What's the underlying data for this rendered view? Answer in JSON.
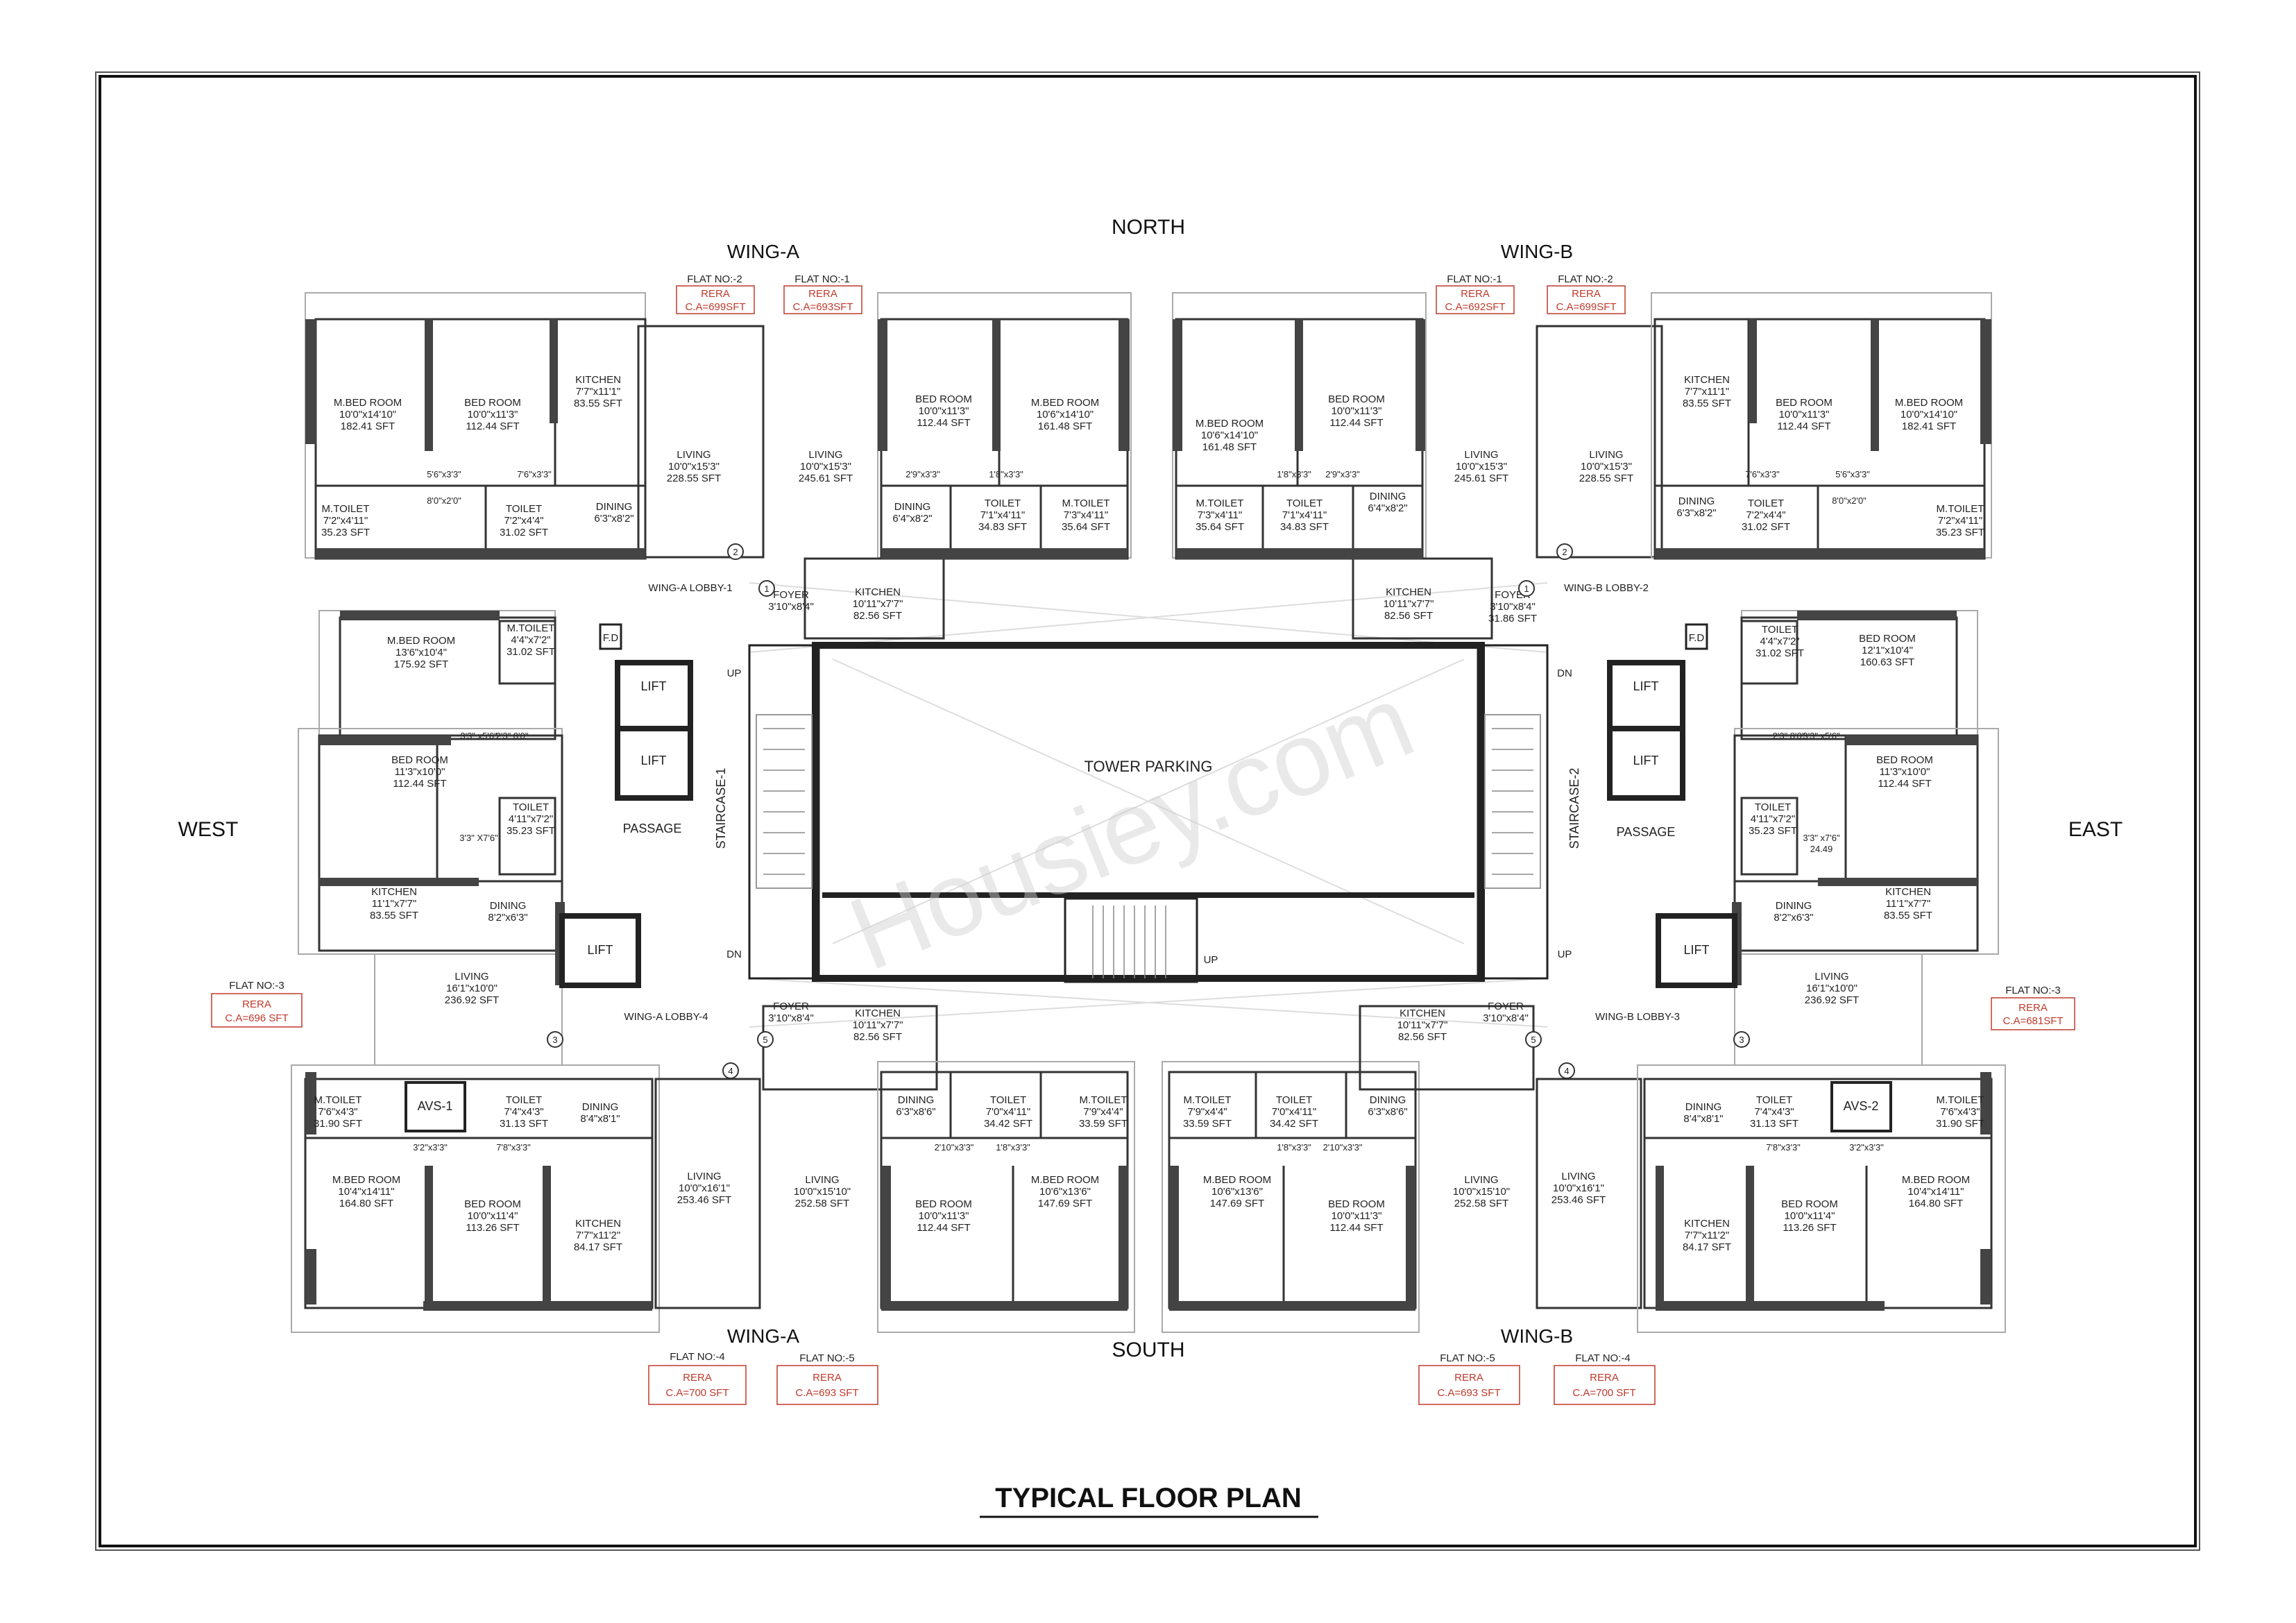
{
  "title": "TYPICAL FLOOR PLAN",
  "watermark": "Housiey.com",
  "directions": {
    "north": "NORTH",
    "south": "SOUTH",
    "east": "EAST",
    "west": "WEST"
  },
  "wings": [
    {
      "label": "WING-A"
    },
    {
      "label": "WING-B"
    },
    {
      "label": "WING-A"
    },
    {
      "label": "WING-B"
    }
  ],
  "flat_tags": [
    {
      "flat": "FLAT NO:-2",
      "rera": "RERA",
      "area": "C.A=699SFT"
    },
    {
      "flat": "FLAT NO:-1",
      "rera": "RERA",
      "area": "C.A=693SFT"
    },
    {
      "flat": "FLAT NO:-1",
      "rera": "RERA",
      "area": "C.A=692SFT"
    },
    {
      "flat": "FLAT NO:-2",
      "rera": "RERA",
      "area": "C.A=699SFT"
    },
    {
      "flat": "FLAT NO:-3",
      "rera": "RERA",
      "area": "C.A=696 SFT"
    },
    {
      "flat": "FLAT NO:-3",
      "rera": "RERA",
      "area": "C.A=681SFT"
    },
    {
      "flat": "FLAT NO:-4",
      "rera": "RERA",
      "area": "C.A=700 SFT"
    },
    {
      "flat": "FLAT NO:-5",
      "rera": "RERA",
      "area": "C.A=693 SFT"
    },
    {
      "flat": "FLAT NO:-5",
      "rera": "RERA",
      "area": "C.A=693 SFT"
    },
    {
      "flat": "FLAT NO:-4",
      "rera": "RERA",
      "area": "C.A=700 SFT"
    }
  ],
  "core_labels": [
    {
      "text": "TOWER PARKING"
    },
    {
      "text": "WING-A LOBBY-1"
    },
    {
      "text": "WING-B LOBBY-2"
    },
    {
      "text": "WING-A LOBBY-4"
    },
    {
      "text": "WING-B LOBBY-3"
    },
    {
      "text": "LIFT"
    },
    {
      "text": "LIFT"
    },
    {
      "text": "LIFT"
    },
    {
      "text": "LIFT"
    },
    {
      "text": "LIFT"
    },
    {
      "text": "LIFT"
    },
    {
      "text": "PASSAGE"
    },
    {
      "text": "PASSAGE"
    },
    {
      "text": "STAIRCASE-1"
    },
    {
      "text": "STAIRCASE-2"
    },
    {
      "text": "UP"
    },
    {
      "text": "DN"
    },
    {
      "text": "UP"
    },
    {
      "text": "DN"
    },
    {
      "text": "UP"
    },
    {
      "text": "F.D"
    },
    {
      "text": "F.D"
    },
    {
      "text": "AVS-1"
    },
    {
      "text": "AVS-2"
    }
  ],
  "rooms": [
    {
      "name": "M.BED ROOM",
      "dim": "10'0\"x14'10\"",
      "area": "182.41 SFT"
    },
    {
      "name": "BED ROOM",
      "dim": "10'0\"x11'3\"",
      "area": "112.44 SFT"
    },
    {
      "name": "KITCHEN",
      "dim": "7'7\"x11'1\"",
      "area": "83.55 SFT"
    },
    {
      "name": "LIVING",
      "dim": "10'0\"x15'3\"",
      "area": "228.55 SFT"
    },
    {
      "name": "M.TOILET",
      "dim": "7'2\"x4'11\"",
      "area": "35.23 SFT"
    },
    {
      "name": "TOILET",
      "dim": "7'2\"x4'4\"",
      "area": "31.02 SFT"
    },
    {
      "name": "DINING",
      "dim": "6'3\"x8'2\"",
      "area": ""
    },
    {
      "name": "LIVING",
      "dim": "10'0\"x15'3\"",
      "area": "245.61 SFT"
    },
    {
      "name": "BED ROOM",
      "dim": "10'0\"x11'3\"",
      "area": "112.44 SFT"
    },
    {
      "name": "M.BED ROOM",
      "dim": "10'6\"x14'10\"",
      "area": "161.48 SFT"
    },
    {
      "name": "DINING",
      "dim": "6'4\"x8'2\"",
      "area": ""
    },
    {
      "name": "TOILET",
      "dim": "7'1\"x4'11\"",
      "area": "34.83 SFT"
    },
    {
      "name": "M.TOILET",
      "dim": "7'3\"x4'11\"",
      "area": "35.64 SFT"
    },
    {
      "name": "KITCHEN",
      "dim": "10'11\"x7'7\"",
      "area": "82.56 SFT"
    },
    {
      "name": "FOYER",
      "dim": "3'10\"x8'4\"",
      "area": ""
    },
    {
      "name": "M.BED ROOM",
      "dim": "10'6\"x14'10\"",
      "area": "161.48 SFT"
    },
    {
      "name": "BED ROOM",
      "dim": "10'0\"x11'3\"",
      "area": "112.44 SFT"
    },
    {
      "name": "LIVING",
      "dim": "10'0\"x15'3\"",
      "area": "245.61 SFT"
    },
    {
      "name": "DINING",
      "dim": "6'4\"x8'2\"",
      "area": ""
    },
    {
      "name": "M.TOILET",
      "dim": "7'3\"x4'11\"",
      "area": "35.64 SFT"
    },
    {
      "name": "TOILET",
      "dim": "7'1\"x4'11\"",
      "area": "34.83 SFT"
    },
    {
      "name": "KITCHEN",
      "dim": "10'11\"x7'7\"",
      "area": "82.56 SFT"
    },
    {
      "name": "FOYER",
      "dim": "3'10\"x8'4\"",
      "area": "31.86 SFT"
    },
    {
      "name": "LIVING",
      "dim": "10'0\"x15'3\"",
      "area": "228.55 SFT"
    },
    {
      "name": "KITCHEN",
      "dim": "7'7\"x11'1\"",
      "area": "83.55 SFT"
    },
    {
      "name": "BED ROOM",
      "dim": "10'0\"x11'3\"",
      "area": "112.44 SFT"
    },
    {
      "name": "M.BED ROOM",
      "dim": "10'0\"x14'10\"",
      "area": "182.41 SFT"
    },
    {
      "name": "DINING",
      "dim": "6'3\"x8'2\"",
      "area": ""
    },
    {
      "name": "TOILET",
      "dim": "7'2\"x4'4\"",
      "area": "31.02 SFT"
    },
    {
      "name": "M.TOILET",
      "dim": "7'2\"x4'11\"",
      "area": "35.23 SFT"
    },
    {
      "name": "M.BED ROOM",
      "dim": "13'6\"x10'4\"",
      "area": "175.92 SFT"
    },
    {
      "name": "M.TOILET",
      "dim": "4'4\"x7'2\"",
      "area": "31.02 SFT"
    },
    {
      "name": "BED ROOM",
      "dim": "11'3\"x10'0\"",
      "area": "112.44 SFT"
    },
    {
      "name": "TOILET",
      "dim": "4'11\"x7'2\"",
      "area": "35.23 SFT"
    },
    {
      "name": "KITCHEN",
      "dim": "11'1\"x7'7\"",
      "area": "83.55 SFT"
    },
    {
      "name": "DINING",
      "dim": "8'2\"x6'3\"",
      "area": ""
    },
    {
      "name": "LIVING",
      "dim": "16'1\"x10'0\"",
      "area": "236.92 SFT"
    },
    {
      "name": "TOILET",
      "dim": "4'4\"x7'2\"",
      "area": "31.02 SFT"
    },
    {
      "name": "BED ROOM",
      "dim": "12'1\"x10'4\"",
      "area": "160.63 SFT"
    },
    {
      "name": "BED ROOM",
      "dim": "11'3\"x10'0\"",
      "area": "112.44 SFT"
    },
    {
      "name": "TOILET",
      "dim": "4'11\"x7'2\"",
      "area": "35.23 SFT"
    },
    {
      "name": "KITCHEN",
      "dim": "11'1\"x7'7\"",
      "area": "83.55 SFT"
    },
    {
      "name": "DINING",
      "dim": "8'2\"x6'3\"",
      "area": ""
    },
    {
      "name": "LIVING",
      "dim": "16'1\"x10'0\"",
      "area": "236.92 SFT"
    },
    {
      "name": "M.TOILET",
      "dim": "7'6\"x4'3\"",
      "area": "31.90 SFT"
    },
    {
      "name": "TOILET",
      "dim": "7'4\"x4'3\"",
      "area": "31.13 SFT"
    },
    {
      "name": "DINING",
      "dim": "8'4\"x8'1\"",
      "area": ""
    },
    {
      "name": "M.BED ROOM",
      "dim": "10'4\"x14'11\"",
      "area": "164.80 SFT"
    },
    {
      "name": "BED ROOM",
      "dim": "10'0\"x11'4\"",
      "area": "113.26 SFT"
    },
    {
      "name": "KITCHEN",
      "dim": "7'7\"x11'2\"",
      "area": "84.17 SFT"
    },
    {
      "name": "LIVING",
      "dim": "10'0\"x16'1\"",
      "area": "253.46 SFT"
    },
    {
      "name": "FOYER",
      "dim": "3'10\"x8'4\"",
      "area": ""
    },
    {
      "name": "KITCHEN",
      "dim": "10'11\"x7'7\"",
      "area": "82.56 SFT"
    },
    {
      "name": "DINING",
      "dim": "6'3\"x8'6\"",
      "area": ""
    },
    {
      "name": "TOILET",
      "dim": "7'0\"x4'11\"",
      "area": "34.42 SFT"
    },
    {
      "name": "M.TOILET",
      "dim": "7'9\"x4'4\"",
      "area": "33.59 SFT"
    },
    {
      "name": "LIVING",
      "dim": "10'0\"x15'10\"",
      "area": "252.58 SFT"
    },
    {
      "name": "BED ROOM",
      "dim": "10'0\"x11'3\"",
      "area": "112.44 SFT"
    },
    {
      "name": "M.BED ROOM",
      "dim": "10'6\"x13'6\"",
      "area": "147.69 SFT"
    },
    {
      "name": "M.TOILET",
      "dim": "7'9\"x4'4\"",
      "area": "33.59 SFT"
    },
    {
      "name": "TOILET",
      "dim": "7'0\"x4'11\"",
      "area": "34.42 SFT"
    },
    {
      "name": "DINING",
      "dim": "6'3\"x8'6\"",
      "area": ""
    },
    {
      "name": "M.BED ROOM",
      "dim": "10'6\"x13'6\"",
      "area": "147.69 SFT"
    },
    {
      "name": "BED ROOM",
      "dim": "10'0\"x11'3\"",
      "area": "112.44 SFT"
    },
    {
      "name": "LIVING",
      "dim": "10'0\"x15'10\"",
      "area": "252.58 SFT"
    },
    {
      "name": "KITCHEN",
      "dim": "10'11\"x7'7\"",
      "area": "82.56 SFT"
    },
    {
      "name": "FOYER",
      "dim": "3'10\"x8'4\"",
      "area": ""
    },
    {
      "name": "LIVING",
      "dim": "10'0\"x16'1\"",
      "area": "253.46 SFT"
    },
    {
      "name": "DINING",
      "dim": "8'4\"x8'1\"",
      "area": ""
    },
    {
      "name": "TOILET",
      "dim": "7'4\"x4'3\"",
      "area": "31.13 SFT"
    },
    {
      "name": "M.TOILET",
      "dim": "7'6\"x4'3\"",
      "area": "31.90 SFT"
    },
    {
      "name": "KITCHEN",
      "dim": "7'7\"x11'2\"",
      "area": "84.17 SFT"
    },
    {
      "name": "BED ROOM",
      "dim": "10'0\"x11'4\"",
      "area": "113.26 SFT"
    },
    {
      "name": "M.BED ROOM",
      "dim": "10'4\"x14'11\"",
      "area": "164.80 SFT"
    }
  ],
  "dimension_notes": [
    {
      "text": "5'6\"x3'3\""
    },
    {
      "text": "7'6\"x3'3\""
    },
    {
      "text": "8'0\"x2'0\""
    },
    {
      "text": "2'9\"x3'3\""
    },
    {
      "text": "1'8\"x3'3\""
    },
    {
      "text": "1'8\"x3'3\""
    },
    {
      "text": "2'9\"x3'3\""
    },
    {
      "text": "7'6\"x3'3\""
    },
    {
      "text": "5'6\"x3'3\""
    },
    {
      "text": "8'0\"x2'0\""
    },
    {
      "text": "3'3\" x5'6\""
    },
    {
      "text": "2'3\" 8'0\""
    },
    {
      "text": "3'3\" X7'6\""
    },
    {
      "text": "2'3\" 8'0\""
    },
    {
      "text": "3'3\" x5'6\""
    },
    {
      "text": "3'3\" x7'6\""
    },
    {
      "text": "24.49"
    },
    {
      "text": "3'2\"x3'3\""
    },
    {
      "text": "7'8\"x3'3\""
    },
    {
      "text": "2'10\"x3'3\""
    },
    {
      "text": "1'8\"x3'3\""
    },
    {
      "text": "1'8\"x3'3\""
    },
    {
      "text": "2'10\"x3'3\""
    },
    {
      "text": "7'8\"x3'3\""
    },
    {
      "text": "3'2\"x3'3\""
    }
  ],
  "markers": [
    "1",
    "2",
    "1",
    "2",
    "3",
    "4",
    "5",
    "3",
    "4",
    "5"
  ]
}
